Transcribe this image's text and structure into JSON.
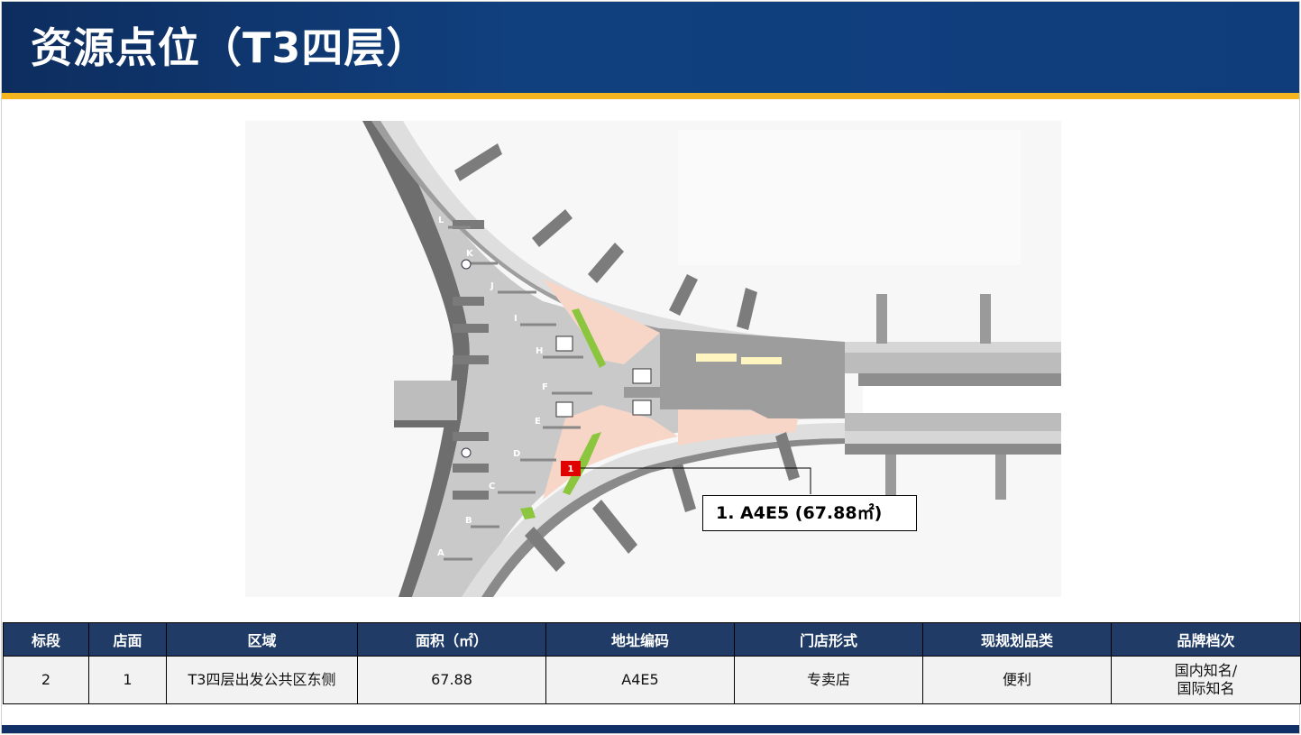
{
  "header": {
    "title": "资源点位（T3四层）"
  },
  "map": {
    "gate_letters": [
      "L",
      "K",
      "J",
      "I",
      "H",
      "F",
      "E",
      "D",
      "C",
      "B",
      "A"
    ],
    "marker_label": "1",
    "callout": "1. A4E5 (67.88㎡)",
    "colors": {
      "concourse": "#c8c8c8",
      "public_area": "#f7d6c8",
      "store": "#8cc63f",
      "marker": "#e00000"
    }
  },
  "table": {
    "headers": [
      "标段",
      "店面",
      "区域",
      "面积（㎡）",
      "地址编码",
      "门店形式",
      "现规划品类",
      "品牌档次"
    ],
    "rows": [
      [
        "2",
        "1",
        "T3四层出发公共区东侧",
        "67.88",
        "A4E5",
        "专卖店",
        "便利",
        "国内知名/\n国际知名"
      ]
    ]
  },
  "theme": {
    "navy": "#0f3d7c",
    "gold": "#f5b51e",
    "table_header": "#1f3b66"
  }
}
